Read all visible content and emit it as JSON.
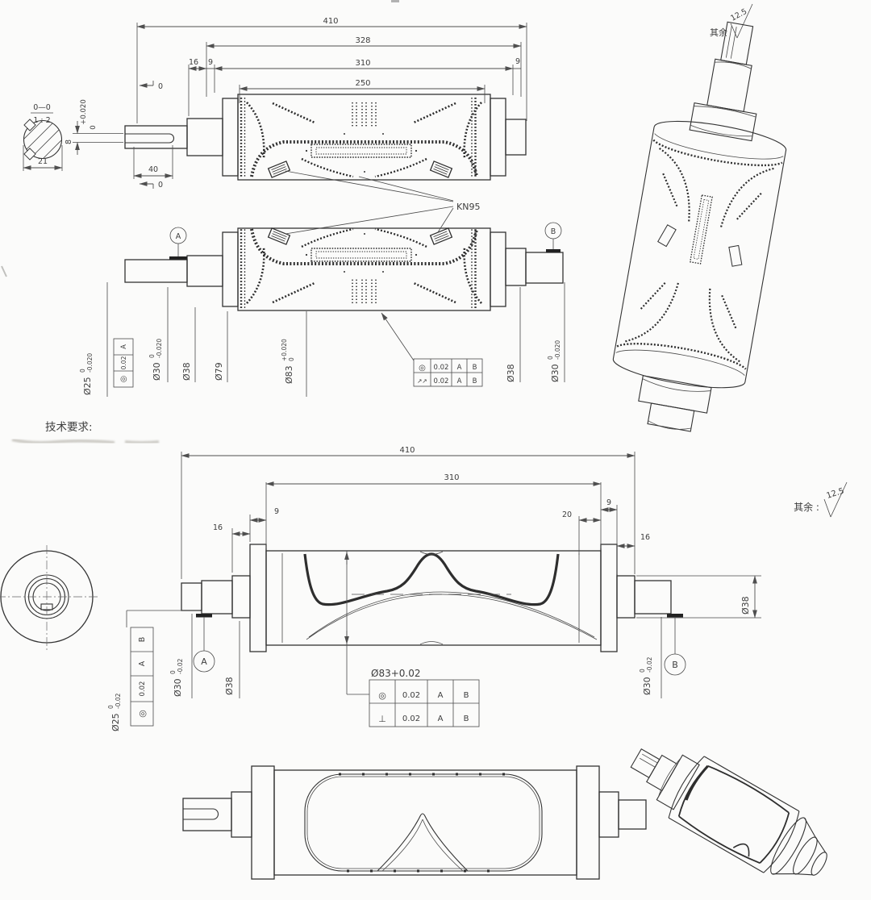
{
  "canvas": {
    "background": "#fbfbfa",
    "ink": "#333333",
    "dim_ink": "#4f4f4f"
  },
  "drawing1": {
    "dims": {
      "overall": "410",
      "flange_span": "328",
      "face": "310",
      "pattern": "250",
      "left_16": "16",
      "left_9": "9",
      "right_9": "9",
      "key_tol_upper": "+0.020",
      "key_tol_lower": "0",
      "key_width": "8",
      "key_length": "40"
    },
    "section": {
      "name": "0—0",
      "scale": "1 : 2",
      "width": "21",
      "cut_top": "0",
      "cut_bottom": "0"
    },
    "datums": {
      "a": "A",
      "b": "B"
    },
    "part_label": "KN95",
    "dia_left": [
      {
        "dia": "Ø25",
        "tu": "0",
        "tl": "-0.020"
      },
      {
        "dia": "Ø30",
        "tu": "0",
        "tl": "-0.020"
      },
      {
        "dia": "Ø38"
      },
      {
        "dia": "Ø79"
      },
      {
        "dia": "Ø83",
        "tu": "+0.020",
        "tl": "0"
      }
    ],
    "dia_right": [
      {
        "dia": "Ø38"
      },
      {
        "dia": "Ø30",
        "tu": "0",
        "tl": "-0.020"
      }
    ],
    "fcf_side": {
      "sym": "◎",
      "val": "0.02",
      "d1": "A"
    },
    "fcf_main": {
      "rows": [
        {
          "sym": "◎",
          "val": "0.02",
          "d1": "A",
          "d2": "B"
        },
        {
          "sym": "↗↗",
          "val": "0.02",
          "d1": "A",
          "d2": "B"
        }
      ]
    },
    "tech_req": "技术要求:",
    "roughness": {
      "label": "其余",
      "value": "12.5"
    }
  },
  "drawing2": {
    "dims": {
      "overall": "410",
      "face": "310",
      "left_9": "9",
      "left_16": "16",
      "right_20": "20",
      "right_9": "9",
      "right_16": "16"
    },
    "datums": {
      "a": "A",
      "b": "B"
    },
    "dia_left": [
      {
        "dia": "Ø25",
        "tu": "0",
        "tl": "-0.02"
      },
      {
        "dia": "Ø30",
        "tu": "0",
        "tl": "-0.02"
      },
      {
        "dia": "Ø38"
      }
    ],
    "dia_right": [
      {
        "dia": "Ø30",
        "tu": "0",
        "tl": "-0.02"
      },
      {
        "dia": "Ø38"
      }
    ],
    "fcf_side": {
      "sym": "◎",
      "val": "0.02",
      "d1": "A",
      "d2": "B"
    },
    "bore_label": "Ø83+0.02",
    "fcf_main": {
      "rows": [
        {
          "sym": "◎",
          "val": "0.02",
          "d1": "A",
          "d2": "B"
        },
        {
          "sym": "⊥",
          "val": "0.02",
          "d1": "A",
          "d2": "B"
        }
      ]
    },
    "roughness": {
      "label": "其余 :",
      "value": "12.5"
    }
  }
}
